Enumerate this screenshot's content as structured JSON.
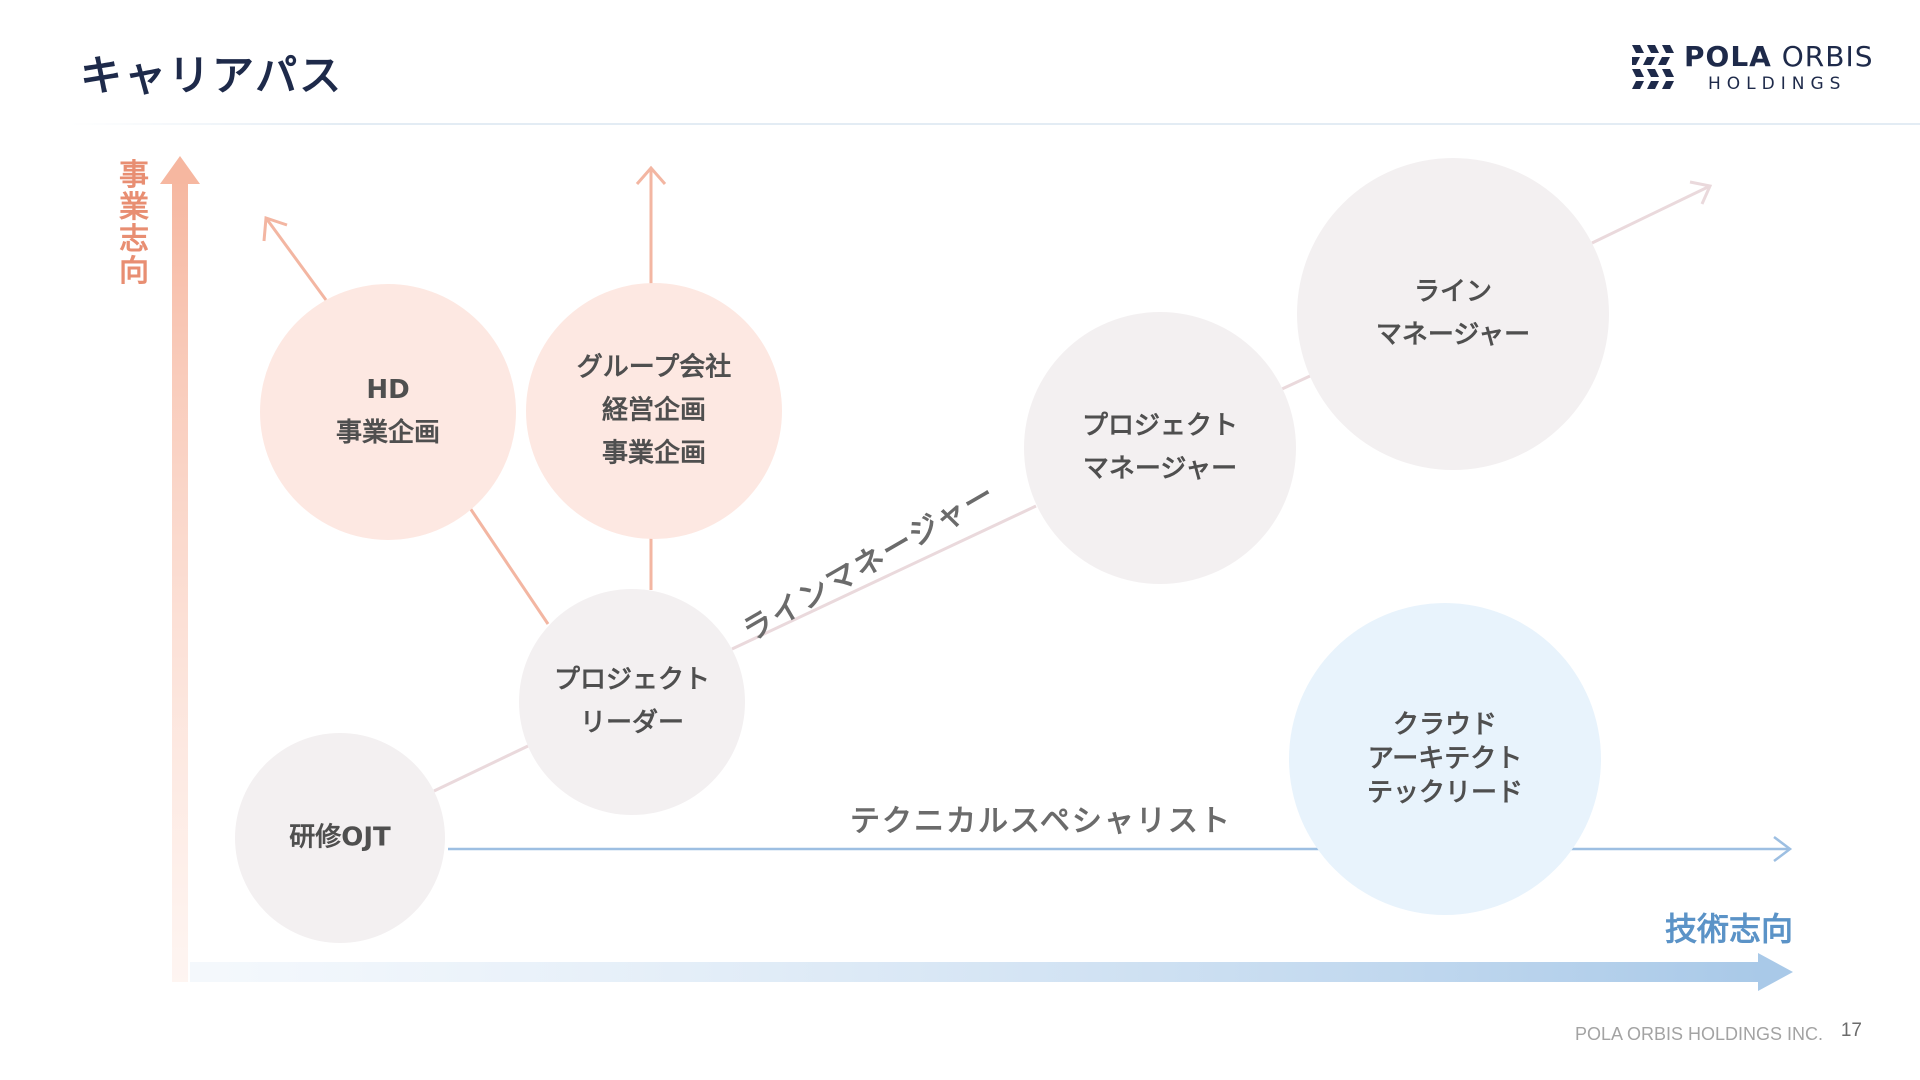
{
  "slide": {
    "title": "キャリアパス",
    "page_number": "17",
    "footer_company": "POLA ORBIS HOLDINGS INC."
  },
  "logo": {
    "line1_bold": "POLA",
    "line1_regular": "ORBIS",
    "line2": "HOLDINGS"
  },
  "axes": {
    "y_label": [
      "事",
      "業",
      "志",
      "向"
    ],
    "x_label": "技術志向"
  },
  "paths": {
    "line_manager": "ラインマネージャー",
    "technical_specialist": "テクニカルスペシャリスト"
  },
  "nodes": {
    "training": [
      "研修OJT"
    ],
    "project_leader": [
      "プロジェクト",
      "リーダー"
    ],
    "hd_planning": [
      "HD",
      "事業企画"
    ],
    "group_planning": [
      "グループ会社",
      "経営企画",
      "事業企画"
    ],
    "project_manager": [
      "プロジェクト",
      "マネージャー"
    ],
    "line_manager": [
      "ライン",
      "マネージャー"
    ],
    "cloud_tech": [
      "クラウド",
      "アーキテクト",
      "テックリード"
    ]
  },
  "colors": {
    "business": "#f3a68c",
    "tech": "#9dbfe2",
    "gray_bubble": "#f3f0f1",
    "pink_bubble": "#fde8e2",
    "blue_bubble": "#e8f3fc",
    "title": "#1e2a4a"
  }
}
